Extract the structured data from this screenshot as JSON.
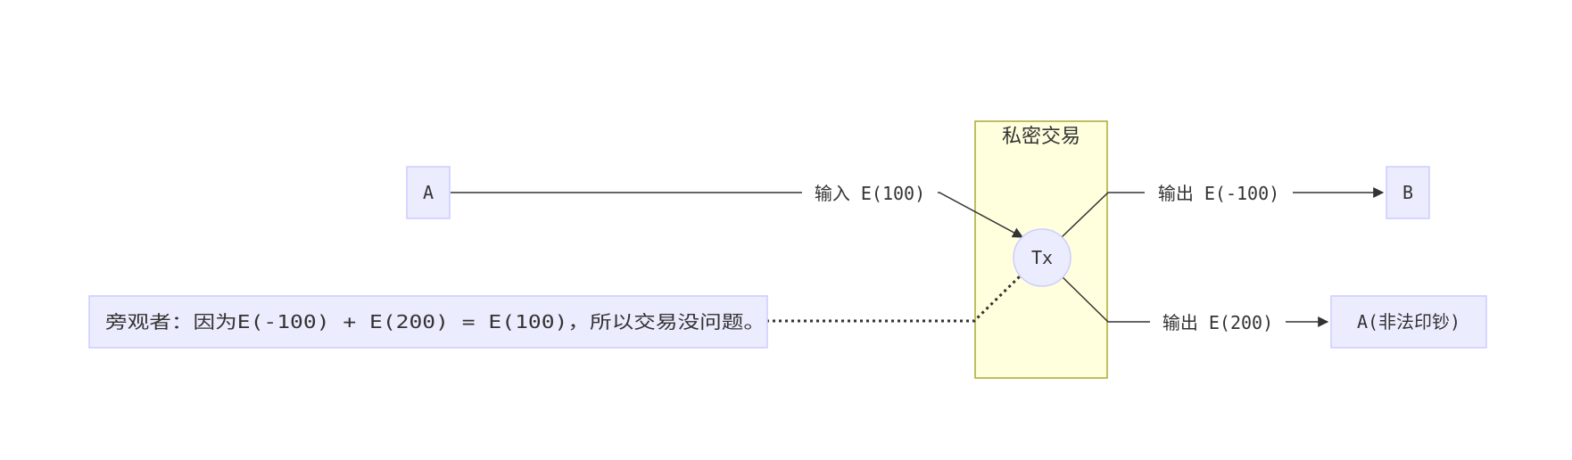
{
  "diagram": {
    "cluster": {
      "title": "私密交易"
    },
    "nodes": {
      "a": {
        "label": "A"
      },
      "b": {
        "label": "B"
      },
      "tx": {
        "label": "Tx"
      },
      "a_illegal": {
        "label": "A(非法印钞)"
      },
      "observer": {
        "label": "旁观者：因为E(-100) + E(200) = E(100)，所以交易没问题。"
      }
    },
    "edges": {
      "input": {
        "label": "输入 E(100)"
      },
      "output_b": {
        "label": "输出 E(-100)"
      },
      "output_a": {
        "label": "输出 E(200)"
      }
    }
  },
  "colors": {
    "node_fill": "#ececff",
    "node_stroke": "#ccccff",
    "cluster_fill": "#ffffde",
    "cluster_stroke": "#aaaa33",
    "line": "#333333",
    "text": "#333333"
  }
}
